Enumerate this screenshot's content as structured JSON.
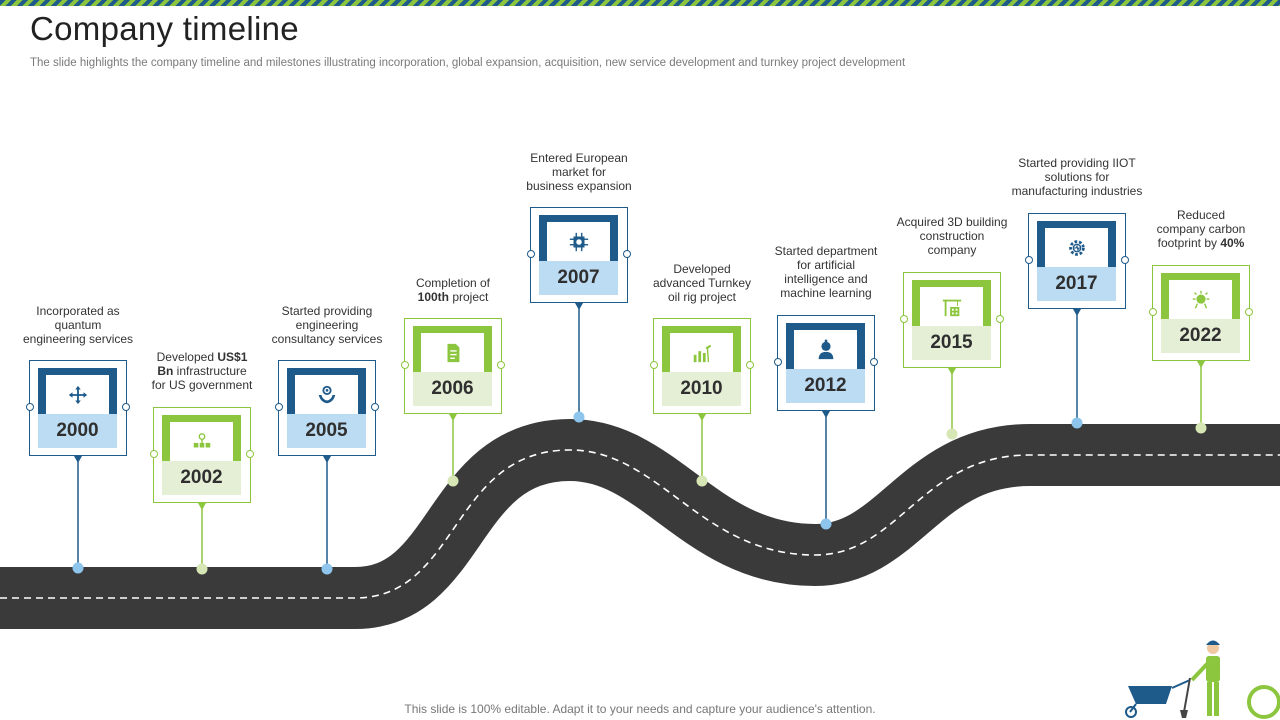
{
  "title": "Company  timeline",
  "subtitle": "The slide highlights the company timeline and milestones illustrating incorporation, global expansion, acquisition, new service development and turnkey project development",
  "footer": "This slide is 100% editable. Adapt it to your needs and capture your audience's attention.",
  "colors": {
    "blue": "#1e5a8a",
    "green": "#8cc63f",
    "road": "#3a3a3a"
  },
  "milestones": [
    {
      "year": "2000",
      "theme": "blue",
      "icon": "arrows-move-icon",
      "desc_html": "Incorporated as<br>quantum<br>engineering services"
    },
    {
      "year": "2002",
      "theme": "green",
      "icon": "infrastructure-icon",
      "desc_html": "Developed <b>US$1</b><br><b>Bn</b> infrastructure<br>for US government"
    },
    {
      "year": "2005",
      "theme": "blue",
      "icon": "hands-gear-icon",
      "desc_html": "Started providing<br>engineering<br>consultancy services"
    },
    {
      "year": "2006",
      "theme": "green",
      "icon": "document-icon",
      "desc_html": "Completion of<br><b>100th</b> project"
    },
    {
      "year": "2007",
      "theme": "blue",
      "icon": "chip-icon",
      "desc_html": "Entered European<br>market for<br>business expansion"
    },
    {
      "year": "2010",
      "theme": "green",
      "icon": "oil-rig-icon",
      "desc_html": "Developed<br>advanced Turnkey<br>oil rig project"
    },
    {
      "year": "2012",
      "theme": "blue",
      "icon": "ai-head-icon",
      "desc_html": "Started department<br>for artificial<br>intelligence and<br>machine learning"
    },
    {
      "year": "2015",
      "theme": "green",
      "icon": "crane-building-icon",
      "desc_html": "Acquired 3D building<br>construction<br>company"
    },
    {
      "year": "2017",
      "theme": "blue",
      "icon": "iot-gear-icon",
      "desc_html": "Started providing IIOT<br>solutions for<br>manufacturing industries"
    },
    {
      "year": "2022",
      "theme": "green",
      "icon": "carbon-icon",
      "desc_html": "Reduced<br>company carbon<br>footprint by <b>40%</b>"
    }
  ]
}
